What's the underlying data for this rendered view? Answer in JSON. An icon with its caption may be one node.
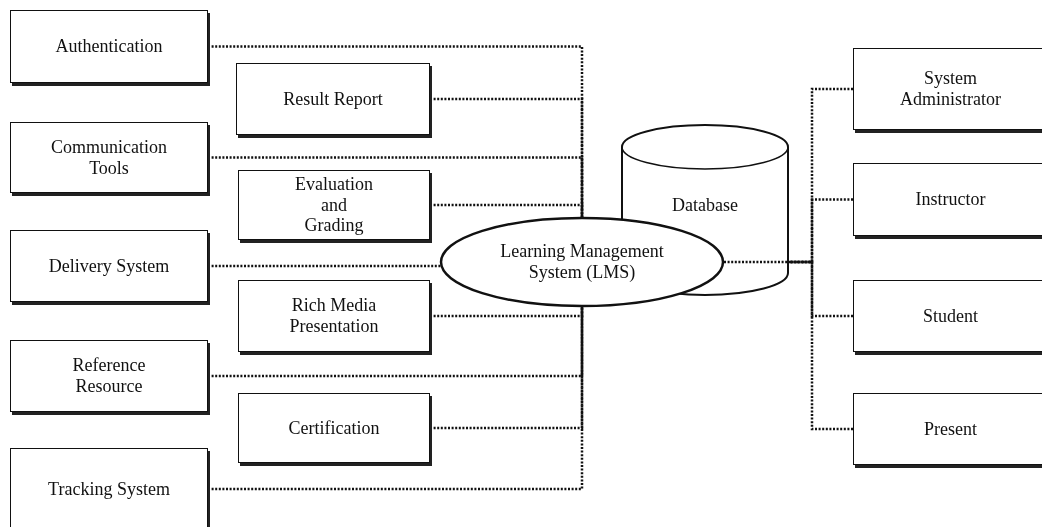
{
  "diagram": {
    "nodes": [
      {
        "text": [
          "Authentication"
        ]
      },
      {
        "text": [
          "Result Report"
        ]
      },
      {
        "text": [
          "Communication Tools"
        ]
      },
      {
        "text": [
          "Evaluation and Grading"
        ]
      },
      {
        "text": [
          "Delivery System"
        ]
      },
      {
        "text": [
          "Rich Media Presentation"
        ]
      },
      {
        "text": [
          "Reference Resource"
        ]
      },
      {
        "text": [
          "Certification"
        ]
      },
      {
        "text": [
          "Tracking System"
        ]
      },
      {
        "text": [
          "System Administrator"
        ]
      },
      {
        "text": [
          "Database"
        ]
      },
      {
        "text": [
          "Learning Management System (LMS)"
        ]
      },
      {
        "text": [
          "Instructor"
        ]
      },
      {
        "text": [
          "Student"
        ]
      },
      {
        "text": [
          "Present"
        ]
      }
    ],
    "edges": [
      {
        "from": 0,
        "to": 11,
        "arrow": "none",
        "style": "dashed"
      },
      {
        "from": 1,
        "to": 11,
        "arrow": "none",
        "style": "dashed"
      },
      {
        "from": 2,
        "to": 11,
        "arrow": "none",
        "style": "dashed"
      },
      {
        "from": 3,
        "to": 11,
        "arrow": "none",
        "style": "dashed"
      },
      {
        "from": 4,
        "to": 11,
        "arrow": "none",
        "style": "dashed"
      },
      {
        "from": 5,
        "to": 11,
        "arrow": "none",
        "style": "dashed"
      },
      {
        "from": 6,
        "to": 11,
        "arrow": "none",
        "style": "dashed"
      },
      {
        "from": 7,
        "to": 11,
        "arrow": "none",
        "style": "dashed"
      },
      {
        "from": 8,
        "to": 11,
        "arrow": "none",
        "style": "dashed"
      },
      {
        "from": 11,
        "to": 10,
        "arrow": "none",
        "style": "dashed"
      },
      {
        "from": 9,
        "to": 10,
        "arrow": "none",
        "style": "dashed"
      },
      {
        "from": 12,
        "to": 10,
        "arrow": "none",
        "style": "dashed"
      },
      {
        "from": 13,
        "to": 10,
        "arrow": "none",
        "style": "dashed"
      },
      {
        "from": 14,
        "to": 10,
        "arrow": "none",
        "style": "dashed"
      }
    ]
  }
}
